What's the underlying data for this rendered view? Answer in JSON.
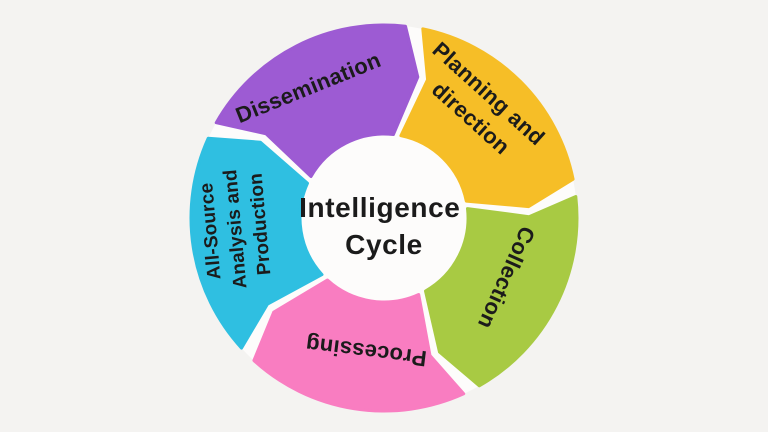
{
  "title": {
    "line1": "Intelligence",
    "line2": "Cycle"
  },
  "colors": {
    "background": "#f4f3f1",
    "center_disk": "#fdfcfb",
    "text": "#1b1b1b"
  },
  "segments": [
    {
      "id": "planning-and-direction",
      "label": "Planning and direction",
      "lines": [
        "Planning and",
        "direction"
      ],
      "color": "#f6be27"
    },
    {
      "id": "collection",
      "label": "Collection",
      "lines": [
        "Collection"
      ],
      "color": "#a8ca43"
    },
    {
      "id": "processing",
      "label": "Processing",
      "lines": [
        "Processing"
      ],
      "color": "#f97dc1"
    },
    {
      "id": "all-source-analysis-and-production",
      "label": "All-Source Analysis and Production",
      "lines": [
        "All-Source",
        "Analysis and",
        "Production"
      ],
      "color": "#2fbfe1"
    },
    {
      "id": "dissemination",
      "label": "Dissemination",
      "lines": [
        "Dissemination"
      ],
      "color": "#9d5bd3"
    }
  ]
}
